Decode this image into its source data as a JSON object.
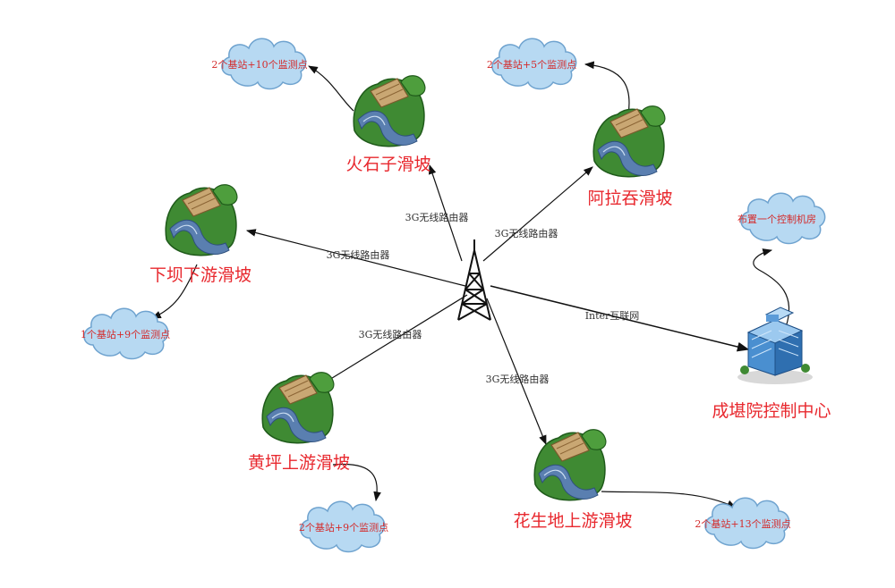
{
  "colors": {
    "label_red": "#e8282e",
    "cloud_text": "#d42a2a",
    "cloud_fill": "#b7d9f2",
    "cloud_stroke": "#6fa3cf",
    "hill": "#3f8a33",
    "river": "#5a7fb0",
    "arrow": "#111111"
  },
  "sites": {
    "huoshizi": "火石子滑坡",
    "alatun": "阿拉吞滑坡",
    "xiaba": "下坝下游滑坡",
    "huangping": "黄坪上游滑坡",
    "huashengdi": "花生地上游滑坡"
  },
  "clouds": {
    "huoshizi": "2个基站+10个监测点",
    "alatun": "2个基站+5个监测点",
    "xiaba": "1个基站+9个监测点",
    "huangping": "2个基站+9个监测点",
    "huashengdi": "2个基站+13个监测点",
    "control_room": "布置一个控制机房"
  },
  "links": {
    "huoshizi": "3G无线路由器",
    "alatun": "3G无线路由器",
    "xiaba": "3G无线路由器",
    "huangping": "3G无线路由器",
    "huashengdi": "3G无线路由器",
    "internet": "Inter互联网"
  },
  "center": {
    "label": "成堪院控制中心",
    "icon": "building-icon"
  },
  "tower": {
    "icon": "radio-tower-icon"
  }
}
